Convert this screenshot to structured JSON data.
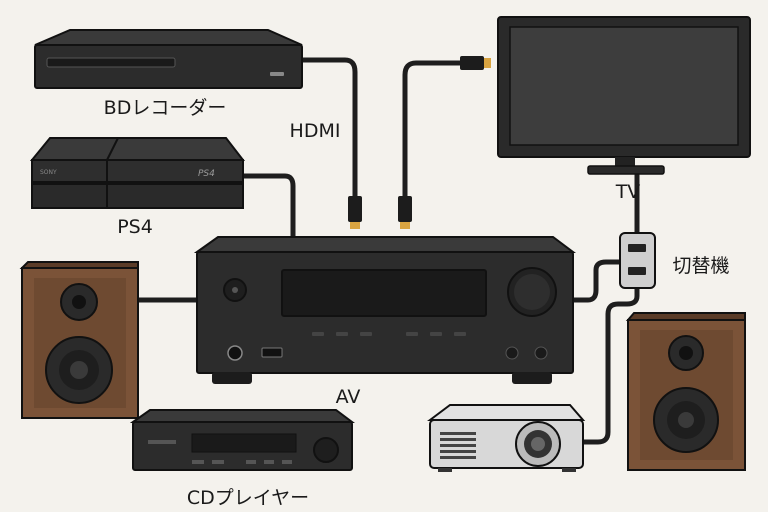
{
  "labels": {
    "bd_recorder": "BDレコーダー",
    "hdmi": "HDMI",
    "ps4": "PS4",
    "tv": "TV",
    "switcher": "切替機",
    "av": "AV",
    "cd_player": "CDプレイヤー"
  },
  "logos": {
    "ps4_brand": "SONY",
    "ps4_logo": "PS4"
  },
  "colors": {
    "device": "#2c2c2c",
    "device_dark": "#1c1c1c",
    "wood": "#7b5338",
    "cable": "#1e1e1e",
    "plug_tip": "#d9a441",
    "background": "#f4f2ed"
  }
}
